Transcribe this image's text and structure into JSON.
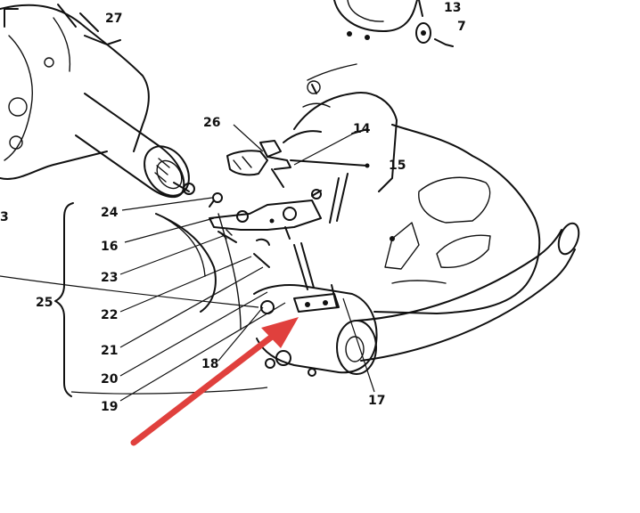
{
  "callouts": [
    {
      "id": "c27",
      "label": "27"
    },
    {
      "id": "c13",
      "label": "13"
    },
    {
      "id": "c7",
      "label": "7"
    },
    {
      "id": "c26",
      "label": "26"
    },
    {
      "id": "c14",
      "label": "14"
    },
    {
      "id": "c15",
      "label": "15"
    },
    {
      "id": "c24",
      "label": "24"
    },
    {
      "id": "c16",
      "label": "16"
    },
    {
      "id": "c23",
      "label": "23"
    },
    {
      "id": "c25",
      "label": "25"
    },
    {
      "id": "c22",
      "label": "22"
    },
    {
      "id": "c21",
      "label": "21"
    },
    {
      "id": "c18",
      "label": "18"
    },
    {
      "id": "c20",
      "label": "20"
    },
    {
      "id": "c19",
      "label": "19"
    },
    {
      "id": "c17",
      "label": "17"
    },
    {
      "id": "c3",
      "label": "3"
    }
  ],
  "arrow": {
    "color": "#e0403d"
  }
}
